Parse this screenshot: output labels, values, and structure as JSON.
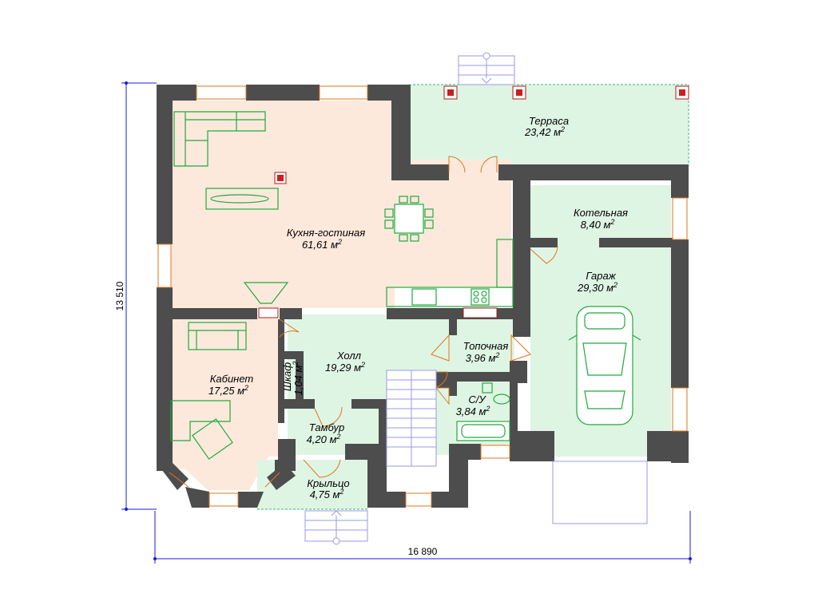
{
  "rooms": {
    "terrace": {
      "name": "Терраса",
      "area": "23,42 м",
      "sup": "2"
    },
    "kitchen": {
      "name": "Кухня-гостиная",
      "area": "61,61 м",
      "sup": "2"
    },
    "boiler": {
      "name": "Котельная",
      "area": "8,40 м",
      "sup": "2"
    },
    "garage": {
      "name": "Гараж",
      "area": "29,30 м",
      "sup": "2"
    },
    "hall": {
      "name": "Холл",
      "area": "19,29 м",
      "sup": "2"
    },
    "furnace": {
      "name": "Топочная",
      "area": "3,96 м",
      "sup": "2"
    },
    "office": {
      "name": "Кабинет",
      "area": "17,25 м",
      "sup": "2"
    },
    "wardrobe": {
      "name": "Шкаф",
      "area": "1,04 м",
      "sup": "2"
    },
    "bathroom": {
      "name": "С/У",
      "area": "3,84 м",
      "sup": "2"
    },
    "vestibule": {
      "name": "Тамбур",
      "area": "4,20 м",
      "sup": "2"
    },
    "porch": {
      "name": "Крыльцо",
      "area": "4,75 м",
      "sup": "2"
    }
  },
  "dimensions": {
    "height": "13 510",
    "width": "16 890"
  }
}
